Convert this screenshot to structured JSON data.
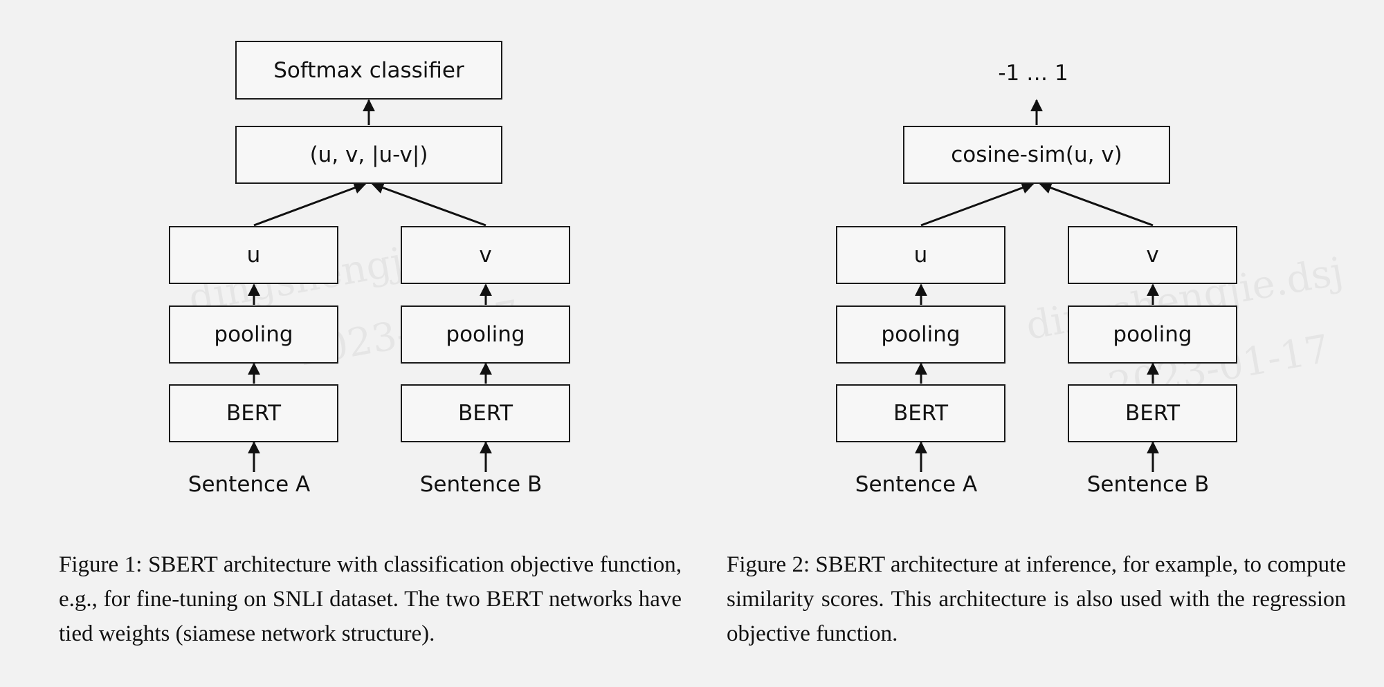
{
  "figure1": {
    "top_box": "Softmax classifier",
    "concat_box": "(u, v, |u-v|)",
    "left_column": {
      "output": "u",
      "pooling": "pooling",
      "encoder": "BERT",
      "input": "Sentence A"
    },
    "right_column": {
      "output": "v",
      "pooling": "pooling",
      "encoder": "BERT",
      "input": "Sentence B"
    },
    "caption": "Figure 1: SBERT architecture with classification objective function, e.g., for fine-tuning on SNLI dataset. The two BERT networks have tied weights (siamese network structure)."
  },
  "figure2": {
    "output_range": "-1 … 1",
    "similarity_box": "cosine-sim(u, v)",
    "left_column": {
      "output": "u",
      "pooling": "pooling",
      "encoder": "BERT",
      "input": "Sentence A"
    },
    "right_column": {
      "output": "v",
      "pooling": "pooling",
      "encoder": "BERT",
      "input": "Sentence B"
    },
    "caption": "Figure 2: SBERT architecture at inference, for example, to compute similarity scores. This architecture is also used with the regression objective function."
  },
  "watermarks": [
    "dingshengjie.dsj",
    "2023-01-17",
    "dingshengjie.dsj",
    "2023-01-17"
  ]
}
